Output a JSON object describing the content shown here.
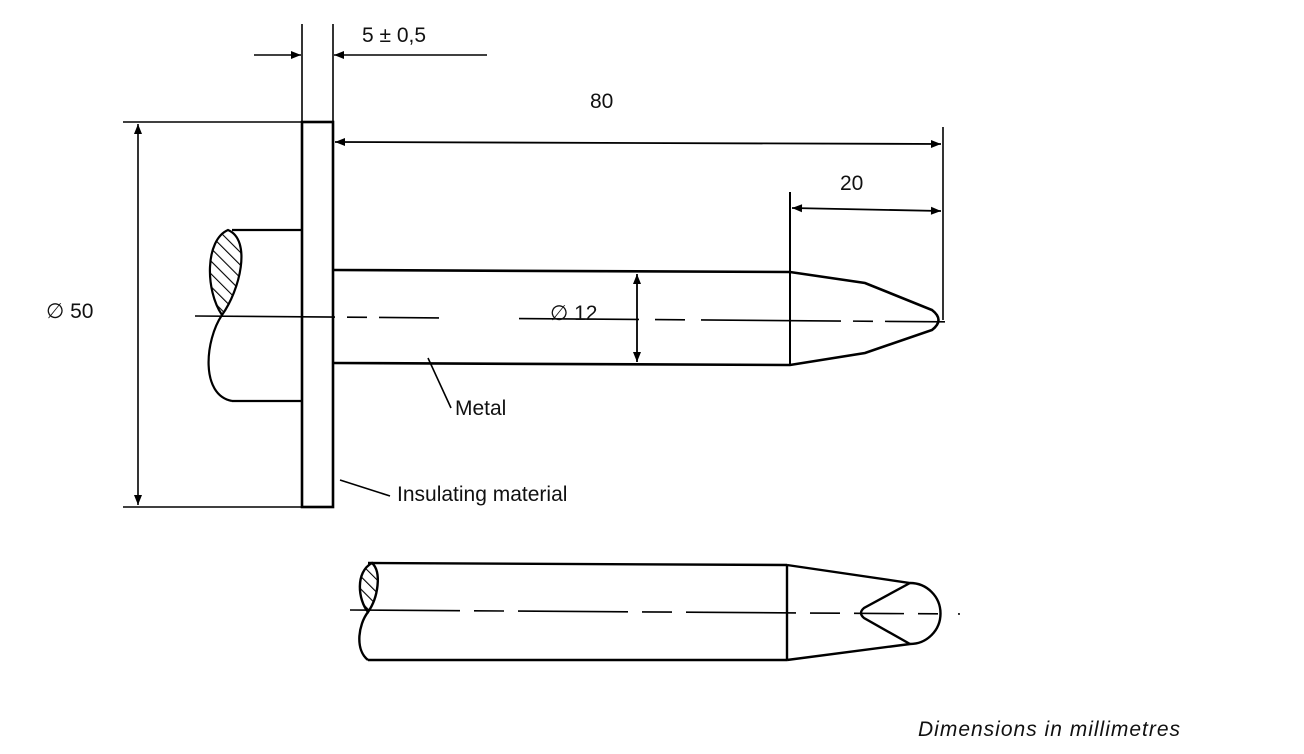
{
  "labels": {
    "tolerance": "5 ± 0,5",
    "length_total": "80",
    "length_tip": "20",
    "diameter_plate": "∅ 50",
    "diameter_pin": "∅ 12",
    "metal": "Metal",
    "insulating": "Insulating material"
  },
  "caption": "Dimensions in millimetres"
}
